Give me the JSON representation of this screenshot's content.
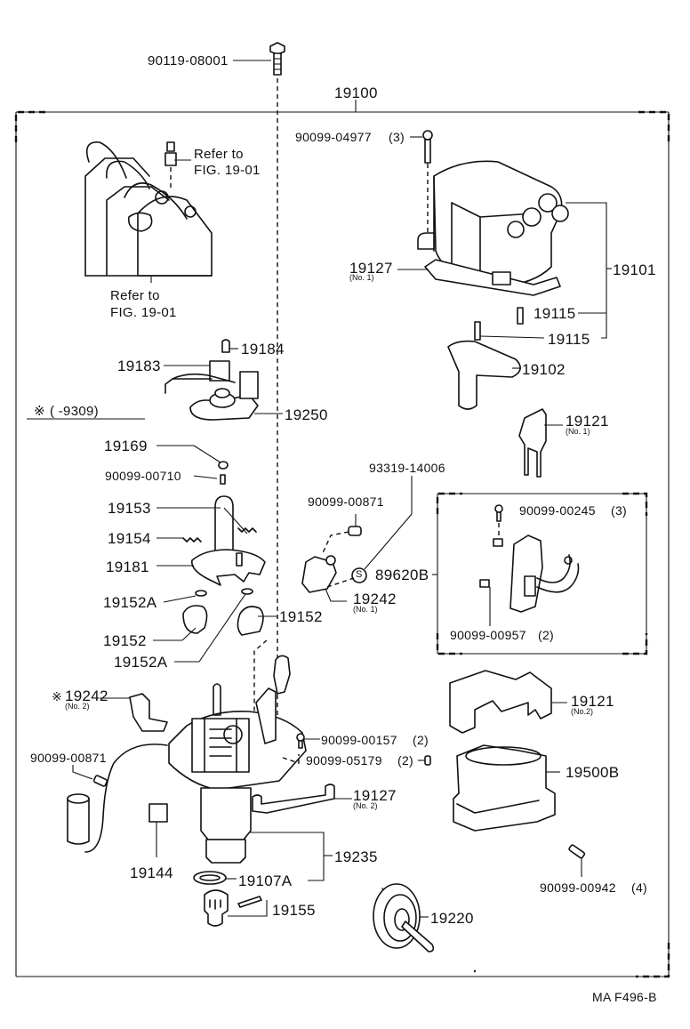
{
  "diagram": {
    "title": "Distributor assembly parts diagram",
    "figure_code": "MA F496-B",
    "assembly_number": "19100",
    "footnote": {
      "symbol": "※",
      "text": "(        -9309)"
    },
    "references": [
      {
        "text_line1": "Refer to",
        "text_line2": "FIG. 19-01"
      },
      {
        "text_line1": "Refer to",
        "text_line2": "FIG. 19-01"
      }
    ],
    "parts": [
      {
        "id": "p-90119-08001",
        "number": "90119-08001",
        "qty": "",
        "note": ""
      },
      {
        "id": "p-90099-04977",
        "number": "90099-04977",
        "qty": "(3)",
        "note": ""
      },
      {
        "id": "p-19127-1",
        "number": "19127",
        "qty": "",
        "note": "(No. 1)"
      },
      {
        "id": "p-19101",
        "number": "19101",
        "qty": "",
        "note": ""
      },
      {
        "id": "p-19115-a",
        "number": "19115",
        "qty": "",
        "note": ""
      },
      {
        "id": "p-19115-b",
        "number": "19115",
        "qty": "",
        "note": ""
      },
      {
        "id": "p-19102",
        "number": "19102",
        "qty": "",
        "note": ""
      },
      {
        "id": "p-19184",
        "number": "19184",
        "qty": "",
        "note": ""
      },
      {
        "id": "p-19183",
        "number": "19183",
        "qty": "",
        "note": ""
      },
      {
        "id": "p-19250",
        "number": "19250",
        "qty": "",
        "note": ""
      },
      {
        "id": "p-19121-1",
        "number": "19121",
        "qty": "",
        "note": "(No. 1)"
      },
      {
        "id": "p-19169",
        "number": "19169",
        "qty": "",
        "note": ""
      },
      {
        "id": "p-90099-00710",
        "number": "90099-00710",
        "qty": "",
        "note": ""
      },
      {
        "id": "p-93319-14006",
        "number": "93319-14006",
        "qty": "",
        "note": ""
      },
      {
        "id": "p-19153",
        "number": "19153",
        "qty": "",
        "note": ""
      },
      {
        "id": "p-90099-00871-a",
        "number": "90099-00871",
        "qty": "",
        "note": ""
      },
      {
        "id": "p-90099-00245",
        "number": "90099-00245",
        "qty": "(3)",
        "note": ""
      },
      {
        "id": "p-19154",
        "number": "19154",
        "qty": "",
        "note": ""
      },
      {
        "id": "p-19181",
        "number": "19181",
        "qty": "",
        "note": ""
      },
      {
        "id": "p-89620B",
        "number": "89620B",
        "qty": "",
        "note": ""
      },
      {
        "id": "p-19242-1",
        "number": "19242",
        "qty": "",
        "note": "(No. 1)"
      },
      {
        "id": "p-19152A-a",
        "number": "19152A",
        "qty": "",
        "note": ""
      },
      {
        "id": "p-19152-b",
        "number": "19152",
        "qty": "",
        "note": ""
      },
      {
        "id": "p-19152-a",
        "number": "19152",
        "qty": "",
        "note": ""
      },
      {
        "id": "p-90099-00957",
        "number": "90099-00957",
        "qty": "(2)",
        "note": ""
      },
      {
        "id": "p-19152A-b",
        "number": "19152A",
        "qty": "",
        "note": ""
      },
      {
        "id": "p-19242-2",
        "number": "19242",
        "qty": "",
        "note": "(No. 2)",
        "prefix": "※"
      },
      {
        "id": "p-19121-2",
        "number": "19121",
        "qty": "",
        "note": "(No.2)"
      },
      {
        "id": "p-90099-00157",
        "number": "90099-00157",
        "qty": "(2)",
        "note": ""
      },
      {
        "id": "p-90099-00871-b",
        "number": "90099-00871",
        "qty": "",
        "note": ""
      },
      {
        "id": "p-90099-05179",
        "number": "90099-05179",
        "qty": "(2)",
        "note": ""
      },
      {
        "id": "p-19500B",
        "number": "19500B",
        "qty": "",
        "note": ""
      },
      {
        "id": "p-19127-2",
        "number": "19127",
        "qty": "",
        "note": "(No. 2)"
      },
      {
        "id": "p-19235",
        "number": "19235",
        "qty": "",
        "note": ""
      },
      {
        "id": "p-19144",
        "number": "19144",
        "qty": "",
        "note": ""
      },
      {
        "id": "p-19107A",
        "number": "19107A",
        "qty": "",
        "note": ""
      },
      {
        "id": "p-90099-00942",
        "number": "90099-00942",
        "qty": "(4)",
        "note": ""
      },
      {
        "id": "p-19155",
        "number": "19155",
        "qty": "",
        "note": ""
      },
      {
        "id": "p-19220",
        "number": "19220",
        "qty": "",
        "note": ""
      }
    ],
    "symbols": {
      "s_mark": "S"
    }
  }
}
